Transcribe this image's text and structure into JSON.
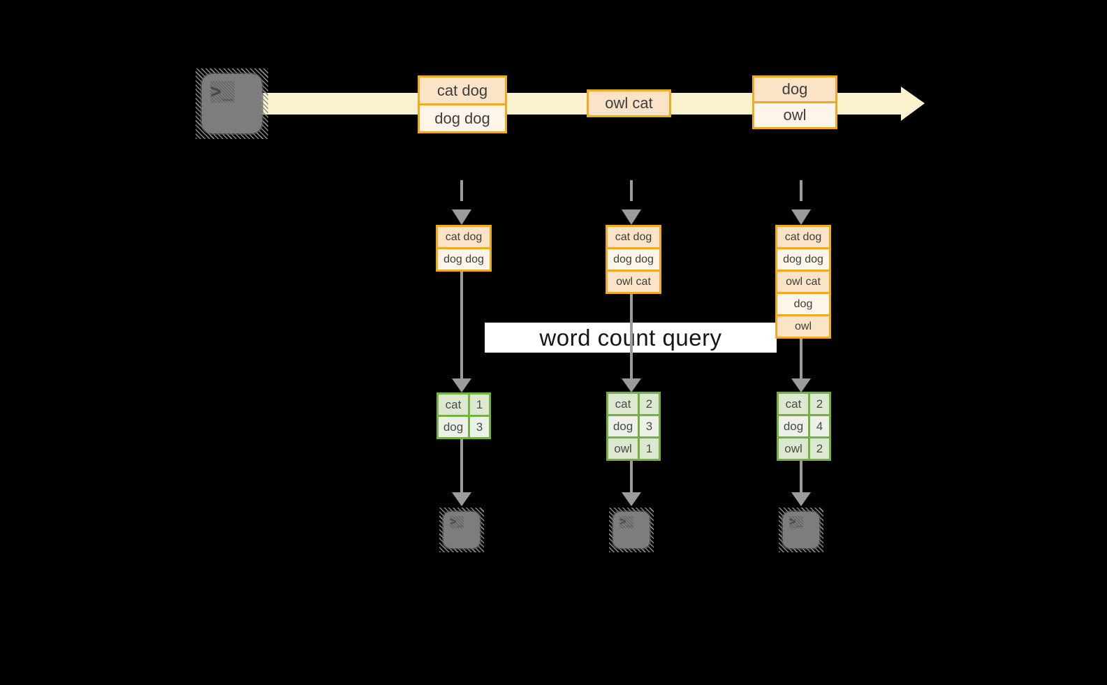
{
  "colors": {
    "background": "#000000",
    "band": "#fcf2d0",
    "orange_border": "#eeab1f",
    "cell_peach": "#fae3c7",
    "cell_cream": "#fdf5e9",
    "green_border": "#76b041",
    "green_row_dark": "#dde8d1",
    "green_row_light": "#ecf2e7",
    "arrow_gray": "#9b9b9b",
    "terminal_gray": "#7d7d7d",
    "label_bg": "#ffffff",
    "text_dark": "#3e3e3e"
  },
  "icons": {
    "prompt_glyph": ">_"
  },
  "query_label": "word count query",
  "timeline_batches": [
    {
      "cells": [
        "cat dog",
        "dog dog"
      ]
    },
    {
      "cells": [
        "owl cat"
      ]
    },
    {
      "cells": [
        "dog",
        "owl"
      ]
    }
  ],
  "columns": [
    {
      "state_cells": [
        "cat dog",
        "dog dog"
      ],
      "counts": [
        {
          "word": "cat",
          "count": "1"
        },
        {
          "word": "dog",
          "count": "3"
        }
      ]
    },
    {
      "state_cells": [
        "cat dog",
        "dog dog",
        "owl cat"
      ],
      "counts": [
        {
          "word": "cat",
          "count": "2"
        },
        {
          "word": "dog",
          "count": "3"
        },
        {
          "word": "owl",
          "count": "1"
        }
      ]
    },
    {
      "state_cells": [
        "cat dog",
        "dog dog",
        "owl cat",
        "dog",
        "owl"
      ],
      "counts": [
        {
          "word": "cat",
          "count": "2"
        },
        {
          "word": "dog",
          "count": "4"
        },
        {
          "word": "owl",
          "count": "2"
        }
      ]
    }
  ]
}
